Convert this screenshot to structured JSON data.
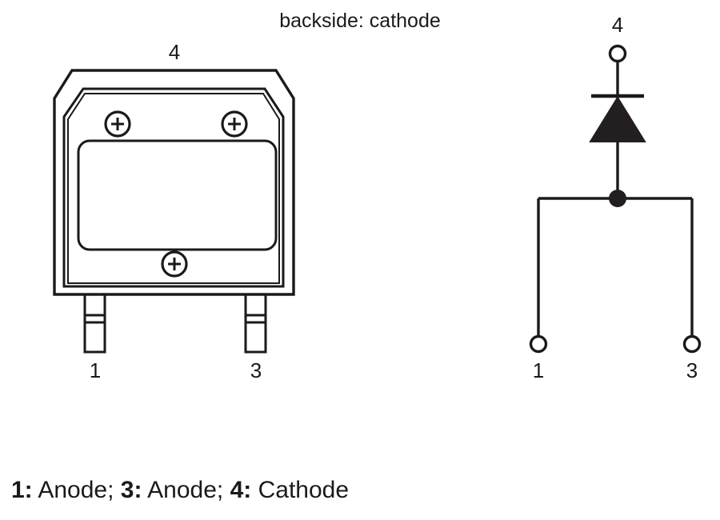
{
  "diagram": {
    "title_note": "backside: cathode",
    "stroke_color": "#1a1a1a",
    "fill_color": "#ffffff",
    "background": "#ffffff"
  },
  "package_view": {
    "name": "package-outline-view",
    "top_note": "backside: cathode",
    "top_pin_label": "4",
    "lead_labels": [
      "1",
      "3"
    ],
    "marker_symbol": "+",
    "marker_count": 3
  },
  "schematic_view": {
    "name": "diode-schematic",
    "top_terminal_label": "4",
    "bottom_terminal_labels": [
      "1",
      "3"
    ],
    "component": "diode",
    "junction": "node-dot"
  },
  "caption": {
    "items": [
      {
        "pin": "1:",
        "function": " Anode; "
      },
      {
        "pin": "3:",
        "function": " Anode; "
      },
      {
        "pin": "4:",
        "function": " Cathode"
      }
    ]
  }
}
